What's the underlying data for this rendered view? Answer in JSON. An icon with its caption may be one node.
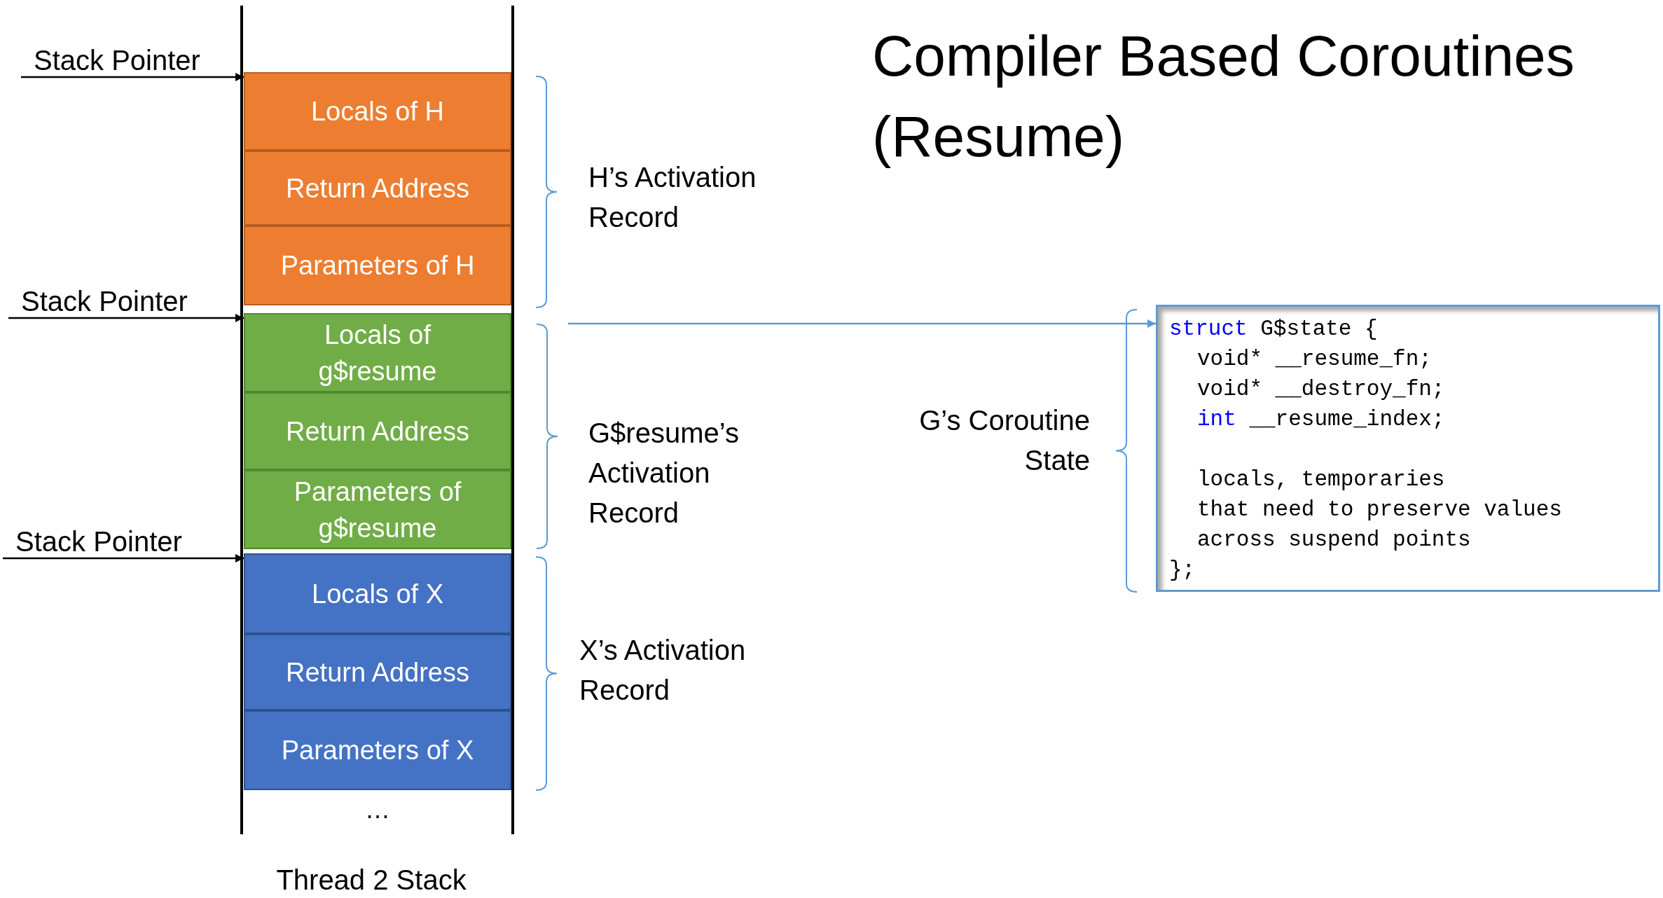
{
  "diagram": {
    "title": "Compiler Based Coroutines (Resume)",
    "nodes": [
      {
        "text": [
          "Stack Pointer"
        ]
      },
      {
        "text": [
          "Locals of H"
        ]
      },
      {
        "text": [
          "Return Address"
        ]
      },
      {
        "text": [
          "Parameters of H"
        ]
      },
      {
        "text": [
          "Stack Pointer"
        ]
      },
      {
        "text": [
          "Locals of g$resume"
        ]
      },
      {
        "text": [
          "Return Address"
        ]
      },
      {
        "text": [
          "Parameters of g$resume"
        ]
      },
      {
        "text": [
          "Stack Pointer"
        ]
      },
      {
        "text": [
          "Locals of X"
        ]
      },
      {
        "text": [
          "Return Address"
        ]
      },
      {
        "text": [
          "Parameters of X"
        ],
        "beside": [
          "…"
        ]
      },
      {
        "text": [
          "G$resume’s Activation Record"
        ]
      },
      {
        "text": [
          "struct G$state {",
          "void* __resume_fn;",
          "void* __destroy_fn;",
          "int __resume_index;",
          "locals, temporaries",
          "that need to preserve values",
          "across suspend points",
          "};"
        ],
        "beside": [
          "G’s Coroutine State"
        ]
      }
    ],
    "edges": [
      {
        "from": 0,
        "to": 1,
        "arrow": "to"
      },
      {
        "from": 4,
        "to": 5,
        "arrow": "to"
      },
      {
        "from": 8,
        "to": 9,
        "arrow": "to"
      },
      {
        "from": 12,
        "to": 13,
        "arrow": "to",
        "color": "#5b9bd5"
      }
    ],
    "labels": [
      "H’s Activation Record",
      "X’s Activation Record",
      "Thread 2 Stack"
    ]
  }
}
